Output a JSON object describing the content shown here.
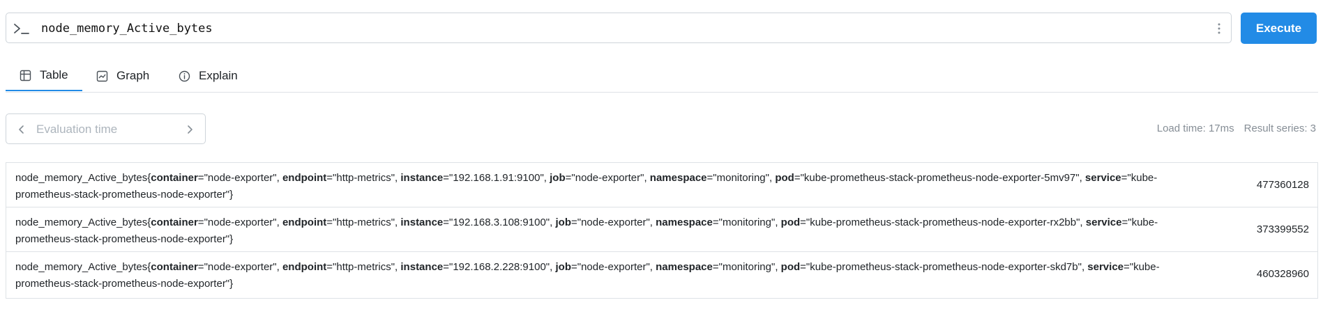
{
  "query": {
    "text": "node_memory_Active_bytes",
    "execute_label": "Execute"
  },
  "tabs": [
    {
      "label": "Table",
      "icon": "table-icon",
      "active": true
    },
    {
      "label": "Graph",
      "icon": "graph-icon",
      "active": false
    },
    {
      "label": "Explain",
      "icon": "info-icon",
      "active": false
    }
  ],
  "eval": {
    "placeholder": "Evaluation time"
  },
  "stats": {
    "load_time": "Load time: 17ms",
    "result_series": "Result series: 3"
  },
  "colors": {
    "accent": "#228be6"
  },
  "results": [
    {
      "metric": "node_memory_Active_bytes",
      "labels": [
        {
          "k": "container",
          "v": "\"node-exporter\""
        },
        {
          "k": "endpoint",
          "v": "\"http-metrics\""
        },
        {
          "k": "instance",
          "v": "\"192.168.1.91:9100\""
        },
        {
          "k": "job",
          "v": "\"node-exporter\""
        },
        {
          "k": "namespace",
          "v": "\"monitoring\""
        },
        {
          "k": "pod",
          "v": "\"kube-prometheus-stack-prometheus-node-exporter-5mv97\""
        },
        {
          "k": "service",
          "v": "\"kube-prometheus-stack-prometheus-node-exporter\""
        }
      ],
      "value": "477360128"
    },
    {
      "metric": "node_memory_Active_bytes",
      "labels": [
        {
          "k": "container",
          "v": "\"node-exporter\""
        },
        {
          "k": "endpoint",
          "v": "\"http-metrics\""
        },
        {
          "k": "instance",
          "v": "\"192.168.3.108:9100\""
        },
        {
          "k": "job",
          "v": "\"node-exporter\""
        },
        {
          "k": "namespace",
          "v": "\"monitoring\""
        },
        {
          "k": "pod",
          "v": "\"kube-prometheus-stack-prometheus-node-exporter-rx2bb\""
        },
        {
          "k": "service",
          "v": "\"kube-prometheus-stack-prometheus-node-exporter\""
        }
      ],
      "value": "373399552"
    },
    {
      "metric": "node_memory_Active_bytes",
      "labels": [
        {
          "k": "container",
          "v": "\"node-exporter\""
        },
        {
          "k": "endpoint",
          "v": "\"http-metrics\""
        },
        {
          "k": "instance",
          "v": "\"192.168.2.228:9100\""
        },
        {
          "k": "job",
          "v": "\"node-exporter\""
        },
        {
          "k": "namespace",
          "v": "\"monitoring\""
        },
        {
          "k": "pod",
          "v": "\"kube-prometheus-stack-prometheus-node-exporter-skd7b\""
        },
        {
          "k": "service",
          "v": "\"kube-prometheus-stack-prometheus-node-exporter\""
        }
      ],
      "value": "460328960"
    }
  ]
}
